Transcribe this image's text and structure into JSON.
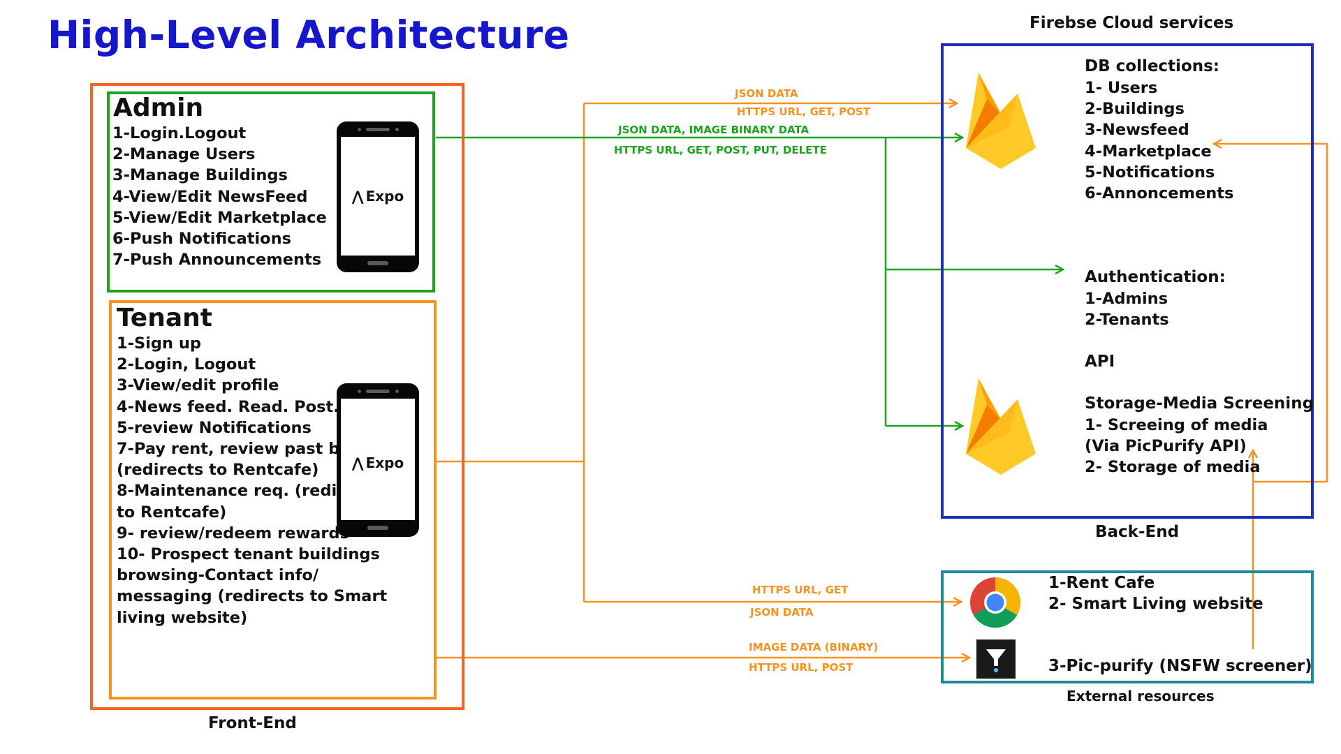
{
  "title": "High-Level Architecture",
  "frontend": {
    "caption": "Front-End",
    "admin": {
      "heading": "Admin",
      "items": [
        "1-Login.Logout",
        "2-Manage Users",
        "3-Manage Buildings",
        "4-View/Edit NewsFeed",
        "5-View/Edit Marketplace",
        "6-Push Notifications",
        "7-Push Announcements"
      ],
      "phone_logo": "Expo"
    },
    "tenant": {
      "heading": "Tenant",
      "items": [
        "1-Sign up",
        "2-Login, Logout",
        "3-View/edit profile",
        "4-News feed. Read. Post.",
        "5-review Notifications",
        "7-Pay rent, review past bills",
        "(redirects to Rentcafe)",
        "8-Maintenance req. (redirects",
        "to Rentcafe)",
        "9- review/redeem rewards",
        "10- Prospect tenant buildings",
        "browsing-Contact info/",
        "messaging (redirects to Smart",
        "living website)"
      ],
      "phone_logo": "Expo"
    }
  },
  "backend": {
    "header": "Firebse Cloud services",
    "caption": "Back-End",
    "db": {
      "title": "DB collections:",
      "items": [
        "1- Users",
        "2-Buildings",
        "3-Newsfeed",
        "4-Marketplace",
        "5-Notifications",
        "6-Annoncements"
      ]
    },
    "auth": {
      "title": "Authentication:",
      "items": [
        "1-Admins",
        "2-Tenants"
      ]
    },
    "api": "API",
    "storage": {
      "title": "Storage-Media Screening",
      "items": [
        "1- Screeing of media",
        "(Via PicPurify API)",
        "2- Storage of media"
      ]
    }
  },
  "external": {
    "caption": "External resources",
    "items": [
      "1-Rent Cafe",
      "2- Smart Living website",
      "3-Pic-purify (NSFW screener)"
    ]
  },
  "edges": {
    "tenant_firebase_top": "JSON DATA",
    "tenant_firebase_bottom": "HTTPS URL, GET, POST",
    "admin_firebase_top": "JSON DATA, IMAGE BINARY DATA",
    "admin_firebase_bottom": "HTTPS URL, GET, POST, PUT, DELETE",
    "tenant_web_top": "HTTPS URL, GET",
    "tenant_web_bottom": "JSON DATA",
    "tenant_purify_top": "IMAGE DATA (BINARY)",
    "tenant_purify_bottom": "HTTPS URL, POST"
  },
  "colors": {
    "title": "#1616cc",
    "frontend_border": "#f26522",
    "admin_border": "#1fa31f",
    "tenant_border": "#f7921e",
    "backend_border": "#1c2fb8",
    "external_border": "#1c8a99",
    "orange_edge": "#f7921e",
    "green_edge": "#1aa51a"
  },
  "icons": [
    "phone-expo-icon",
    "firebase-flame-icon",
    "chrome-icon",
    "picpurify-funnel-icon",
    "arrow-icon"
  ]
}
